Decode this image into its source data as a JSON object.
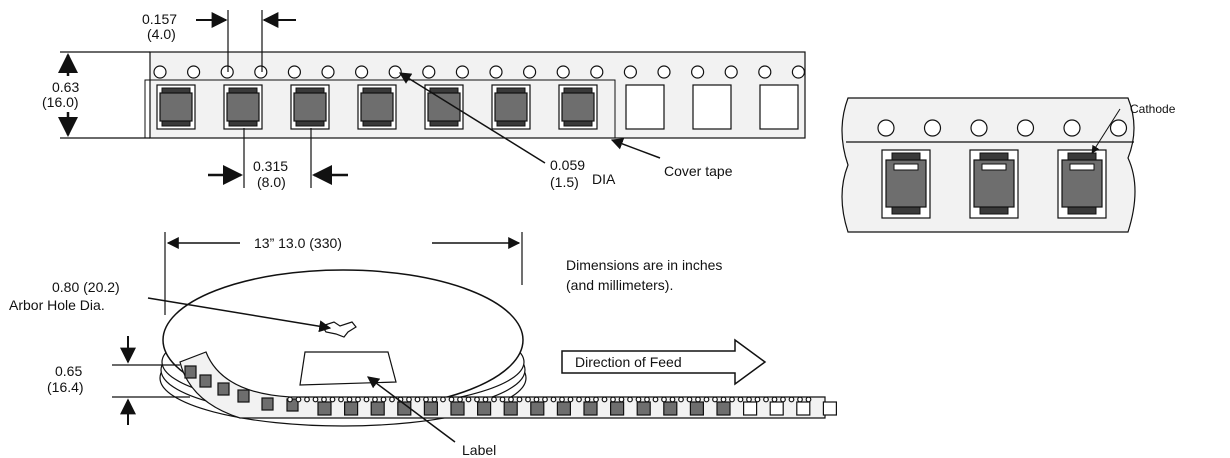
{
  "dims": {
    "hole_pitch_in": "0.157",
    "hole_pitch_mm": "(4.0)",
    "tape_width_in": "0.63",
    "tape_width_mm": "(16.0)",
    "pocket_pitch_in": "0.315",
    "pocket_pitch_mm": "(8.0)",
    "hole_dia_in": "0.059",
    "hole_dia_mm": "(1.5)",
    "hole_dia_suffix": "DIA",
    "reel_dia": "13” 13.0 (330)",
    "arbor_value": "0.80 (20.2)",
    "arbor_label": "Arbor Hole Dia.",
    "reel_width_in": "0.65",
    "reel_width_mm": "(16.4)"
  },
  "labels": {
    "cover_tape": "Cover tape",
    "cathode": "Cathode",
    "direction": "Direction of Feed",
    "label": "Label",
    "note_line1": "Dimensions are in inches",
    "note_line2": "(and millimeters)."
  }
}
